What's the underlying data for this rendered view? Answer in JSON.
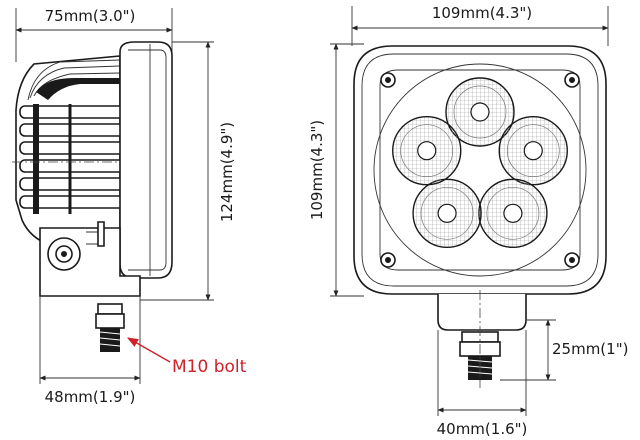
{
  "side_view": {
    "width_label": "75mm(3.0\")",
    "height_label": "124mm(4.9\")",
    "base_label": "48mm(1.9\")",
    "callout_label": "M10 bolt"
  },
  "front_view": {
    "width_label": "109mm(4.3\")",
    "height_label": "109mm(4.3\")",
    "bracket_height_label": "25mm(1\")",
    "bracket_width_label": "40mm(1.6\")"
  },
  "colors": {
    "line": "#1a1a1a",
    "callout": "#d0202a"
  },
  "led_count": 5
}
